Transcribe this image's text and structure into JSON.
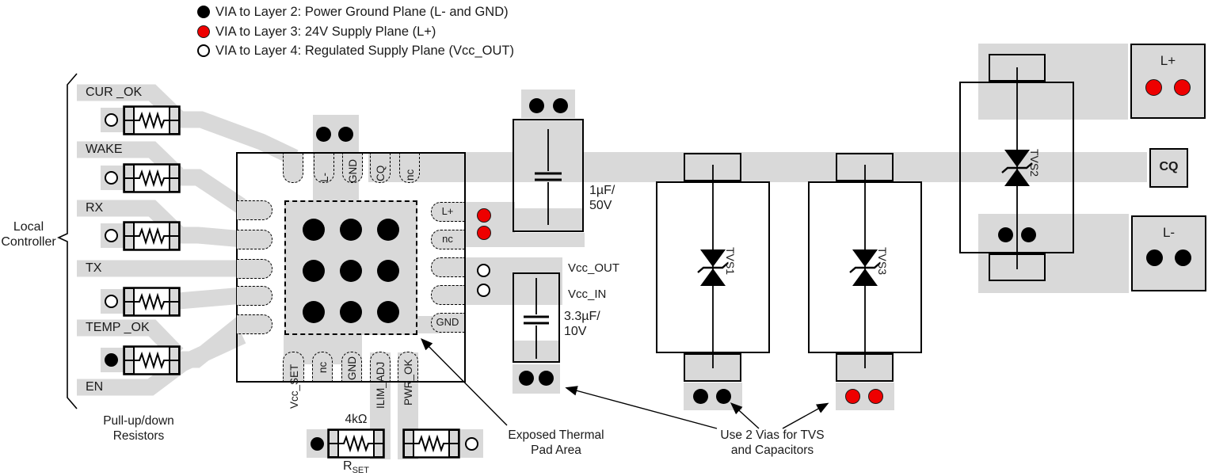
{
  "colors": {
    "trace_gray": "#d9d9d9",
    "via_red": "#ee0000",
    "line_black": "#000000"
  },
  "legend": {
    "items": [
      {
        "via": "black",
        "label": "VIA to Layer 2: Power Ground Plane (L- and GND)"
      },
      {
        "via": "red",
        "label": "VIA to Layer 3: 24V Supply Plane (L+)"
      },
      {
        "via": "white",
        "label": "VIA to Layer 4: Regulated Supply Plane (Vcc_OUT)"
      }
    ]
  },
  "controller": {
    "label_line1": "Local",
    "label_line2": "Controller",
    "signals": [
      "CUR _OK",
      "WAKE",
      "RX",
      "TX",
      "TEMP _OK",
      "EN"
    ],
    "note_line1": "Pull-up/down",
    "note_line2": "Resistors"
  },
  "ic": {
    "top_pins": [
      "",
      "L-",
      "GND",
      "CQ",
      "nc"
    ],
    "right_pins": [
      "L+",
      "nc",
      "",
      "",
      "GND"
    ],
    "bottom_pins": [
      "Vcc_SET",
      "nc",
      "GND",
      "ILIM_ADJ",
      "PWR_OK"
    ]
  },
  "capacitors": {
    "c1": {
      "value_line1": "1µF/",
      "value_line2": "50V"
    },
    "c2": {
      "value_line1": "3.3µF/",
      "value_line2": "10V"
    }
  },
  "nets": {
    "vcc_out": "Vcc_OUT",
    "vcc_in": "Vcc_IN"
  },
  "tvs": {
    "tvs1": "TVS1",
    "tvs2": "TVS2",
    "tvs3": "TVS3"
  },
  "connectors": {
    "l_plus": "L+",
    "cq": "CQ",
    "l_minus": "L-"
  },
  "rset": {
    "value": "4kΩ",
    "name_prefix": "R",
    "name_sub": "SET"
  },
  "annotations": {
    "thermal_line1": "Exposed Thermal",
    "thermal_line2": "Pad Area",
    "vias_line1": "Use 2 Vias for TVS",
    "vias_line2": "and Capacitors"
  }
}
